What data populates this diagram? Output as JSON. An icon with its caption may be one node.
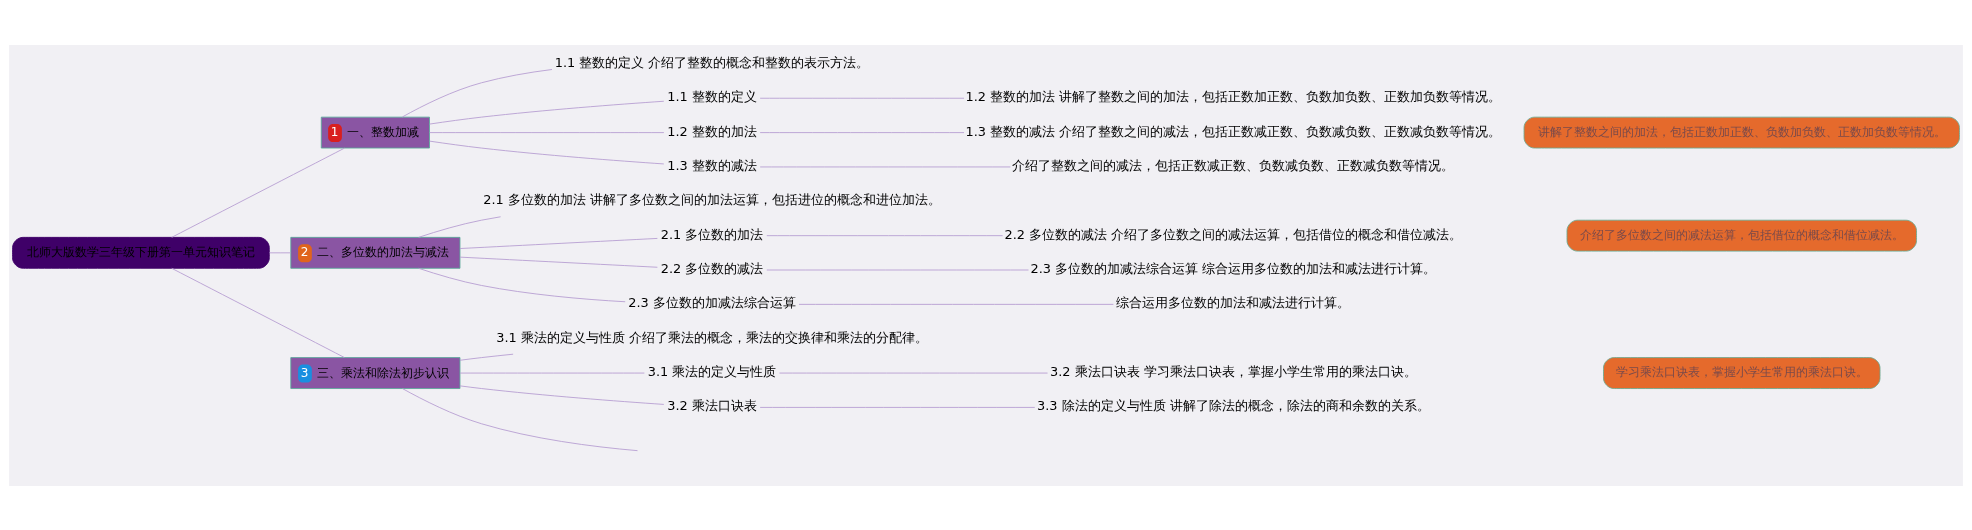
{
  "diagram": {
    "nodes": [
      {
        "text": [
          "北师大版数学三年级下册第一单元知识笔记"
        ]
      },
      {
        "text": [
          "1",
          "一、整数加减"
        ]
      },
      {
        "text": [
          "1.1 整数的定义 介绍了整数的概念和整数的表示方法。"
        ]
      },
      {
        "text": [
          "1.1 整数的定义"
        ]
      },
      {
        "text": [
          "1.2 整数的加法 讲解了整数之间的加法，包括正数加正数、负数加负数、正数加负数等情况。"
        ]
      },
      {
        "text": [
          "1.2 整数的加法"
        ]
      },
      {
        "text": [
          "1.3 整数的减法 介绍了整数之间的减法，包括正数减正数、负数减负数、正数减负数等情况。"
        ]
      },
      {
        "text": [
          "1.3 整数的减法"
        ]
      },
      {
        "text": [
          "介绍了整数之间的减法，包括正数减正数、负数减负数、正数减负数等情况。"
        ]
      },
      {
        "text": [
          "讲解了整数之间的加法，包括正数加正数、负数加负数、正数加负数等情况。"
        ]
      },
      {
        "text": [
          "2",
          "二、多位数的加法与减法"
        ]
      },
      {
        "text": [
          "2.1 多位数的加法 讲解了多位数之间的加法运算，包括进位的概念和进位加法。"
        ]
      },
      {
        "text": [
          "2.1 多位数的加法"
        ]
      },
      {
        "text": [
          "2.2 多位数的减法 介绍了多位数之间的减法运算，包括借位的概念和借位减法。"
        ]
      },
      {
        "text": [
          "2.2 多位数的减法"
        ]
      },
      {
        "text": [
          "2.3 多位数的加减法综合运算 综合运用多位数的加法和减法进行计算。"
        ]
      },
      {
        "text": [
          "2.3 多位数的加减法综合运算"
        ]
      },
      {
        "text": [
          "综合运用多位数的加法和减法进行计算。"
        ]
      },
      {
        "text": [
          "介绍了多位数之间的减法运算，包括借位的概念和借位减法。"
        ]
      },
      {
        "text": [
          "3",
          "三、乘法和除法初步认识"
        ]
      },
      {
        "text": [
          "3.1 乘法的定义与性质 介绍了乘法的概念，乘法的交换律和乘法的分配律。"
        ]
      },
      {
        "text": [
          "3.1 乘法的定义与性质"
        ]
      },
      {
        "text": [
          "3.2 乘法口诀表 学习乘法口诀表，掌握小学生常用的乘法口诀。"
        ]
      },
      {
        "text": [
          "3.2 乘法口诀表"
        ]
      },
      {
        "text": [
          "3.3 除法的定义与性质 讲解了除法的概念，除法的商和余数的关系。"
        ]
      },
      {
        "text": [
          "学习乘法口诀表，掌握小学生常用的乘法口诀。"
        ]
      }
    ],
    "edges": [
      {
        "from": 0,
        "to": 1,
        "arrow": "none"
      },
      {
        "from": 0,
        "to": 10,
        "arrow": "none"
      },
      {
        "from": 0,
        "to": 19,
        "arrow": "none"
      },
      {
        "from": 1,
        "to": 2,
        "arrow": "none"
      },
      {
        "from": 1,
        "to": 3,
        "arrow": "none"
      },
      {
        "from": 1,
        "to": 5,
        "arrow": "none"
      },
      {
        "from": 1,
        "to": 7,
        "arrow": "none"
      },
      {
        "from": 3,
        "to": 4,
        "arrow": "none"
      },
      {
        "from": 5,
        "to": 6,
        "arrow": "none"
      },
      {
        "from": 7,
        "to": 8,
        "arrow": "none"
      },
      {
        "from": 10,
        "to": 11,
        "arrow": "none"
      },
      {
        "from": 10,
        "to": 12,
        "arrow": "none"
      },
      {
        "from": 10,
        "to": 14,
        "arrow": "none"
      },
      {
        "from": 10,
        "to": 16,
        "arrow": "none"
      },
      {
        "from": 12,
        "to": 13,
        "arrow": "none"
      },
      {
        "from": 14,
        "to": 15,
        "arrow": "none"
      },
      {
        "from": 16,
        "to": 17,
        "arrow": "none"
      },
      {
        "from": 19,
        "to": 20,
        "arrow": "none"
      },
      {
        "from": 19,
        "to": 21,
        "arrow": "none"
      },
      {
        "from": 19,
        "to": 23,
        "arrow": "none"
      },
      {
        "from": 19,
        "to": null,
        "arrow": "none"
      },
      {
        "from": 21,
        "to": 22,
        "arrow": "none"
      },
      {
        "from": 23,
        "to": 24,
        "arrow": "none"
      }
    ]
  }
}
